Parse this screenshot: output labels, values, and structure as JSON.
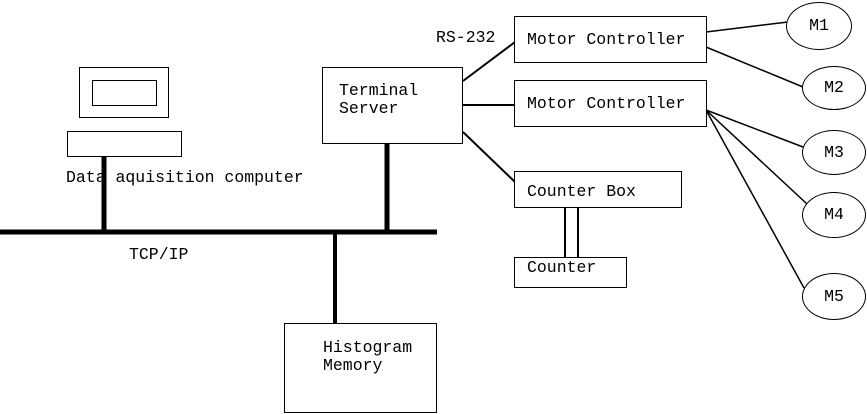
{
  "labels": {
    "data_acquisition": "Data aquisition computer",
    "tcp_ip": "TCP/IP",
    "rs_232": "RS-232"
  },
  "nodes": {
    "terminal_server": "Terminal\nServer",
    "motor_controller_1": "Motor Controller",
    "motor_controller_2": "Motor Controller",
    "counter_box": "Counter Box",
    "counter": "Counter",
    "histogram_memory": "Histogram\nMemory"
  },
  "motors": [
    {
      "label": "M1"
    },
    {
      "label": "M2"
    },
    {
      "label": "M3"
    },
    {
      "label": "M4"
    },
    {
      "label": "M5"
    }
  ],
  "colors": {
    "line": "#000000",
    "background": "#ffffff"
  }
}
